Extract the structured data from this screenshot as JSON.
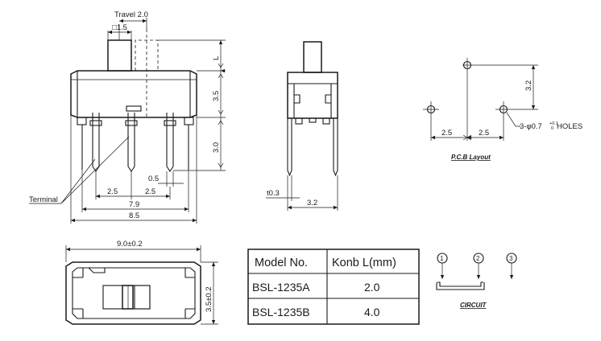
{
  "front_view": {
    "travel_label": "Travel 2.0",
    "knob_width_label": "□1.5",
    "l_label": "L",
    "height_body_label": "3.5",
    "height_pins_label": "3.0",
    "pin_width_label": "0.5",
    "pitch_left_label": "2.5",
    "pitch_right_label": "2.5",
    "pin_span_label": "7.9",
    "overall_width_label": "8.5",
    "terminal_label": "Terminal"
  },
  "side_view": {
    "thickness_label": "t0.3",
    "width_label": "3.2"
  },
  "pcb_layout": {
    "vertical_label": "3.2",
    "pitch_left_label": "2.5",
    "pitch_right_label": "2.5",
    "holes_label": "3-φ0.7",
    "holes_tol_upper": "+0.1",
    "holes_tol_lower": "0",
    "holes_suffix": "HOLES",
    "caption": "P.C.B Layout"
  },
  "bottom_view": {
    "length_label": "9.0±0.2",
    "depth_label": "3.5±0.2"
  },
  "spec_table": {
    "headers": [
      "Model No.",
      "Konb L(mm)"
    ],
    "rows": [
      [
        "BSL-1235A",
        "2.0"
      ],
      [
        "BSL-1235B",
        "4.0"
      ]
    ]
  },
  "circuit": {
    "terminals": [
      "1",
      "2",
      "3"
    ],
    "caption": "CIRCUIT"
  }
}
